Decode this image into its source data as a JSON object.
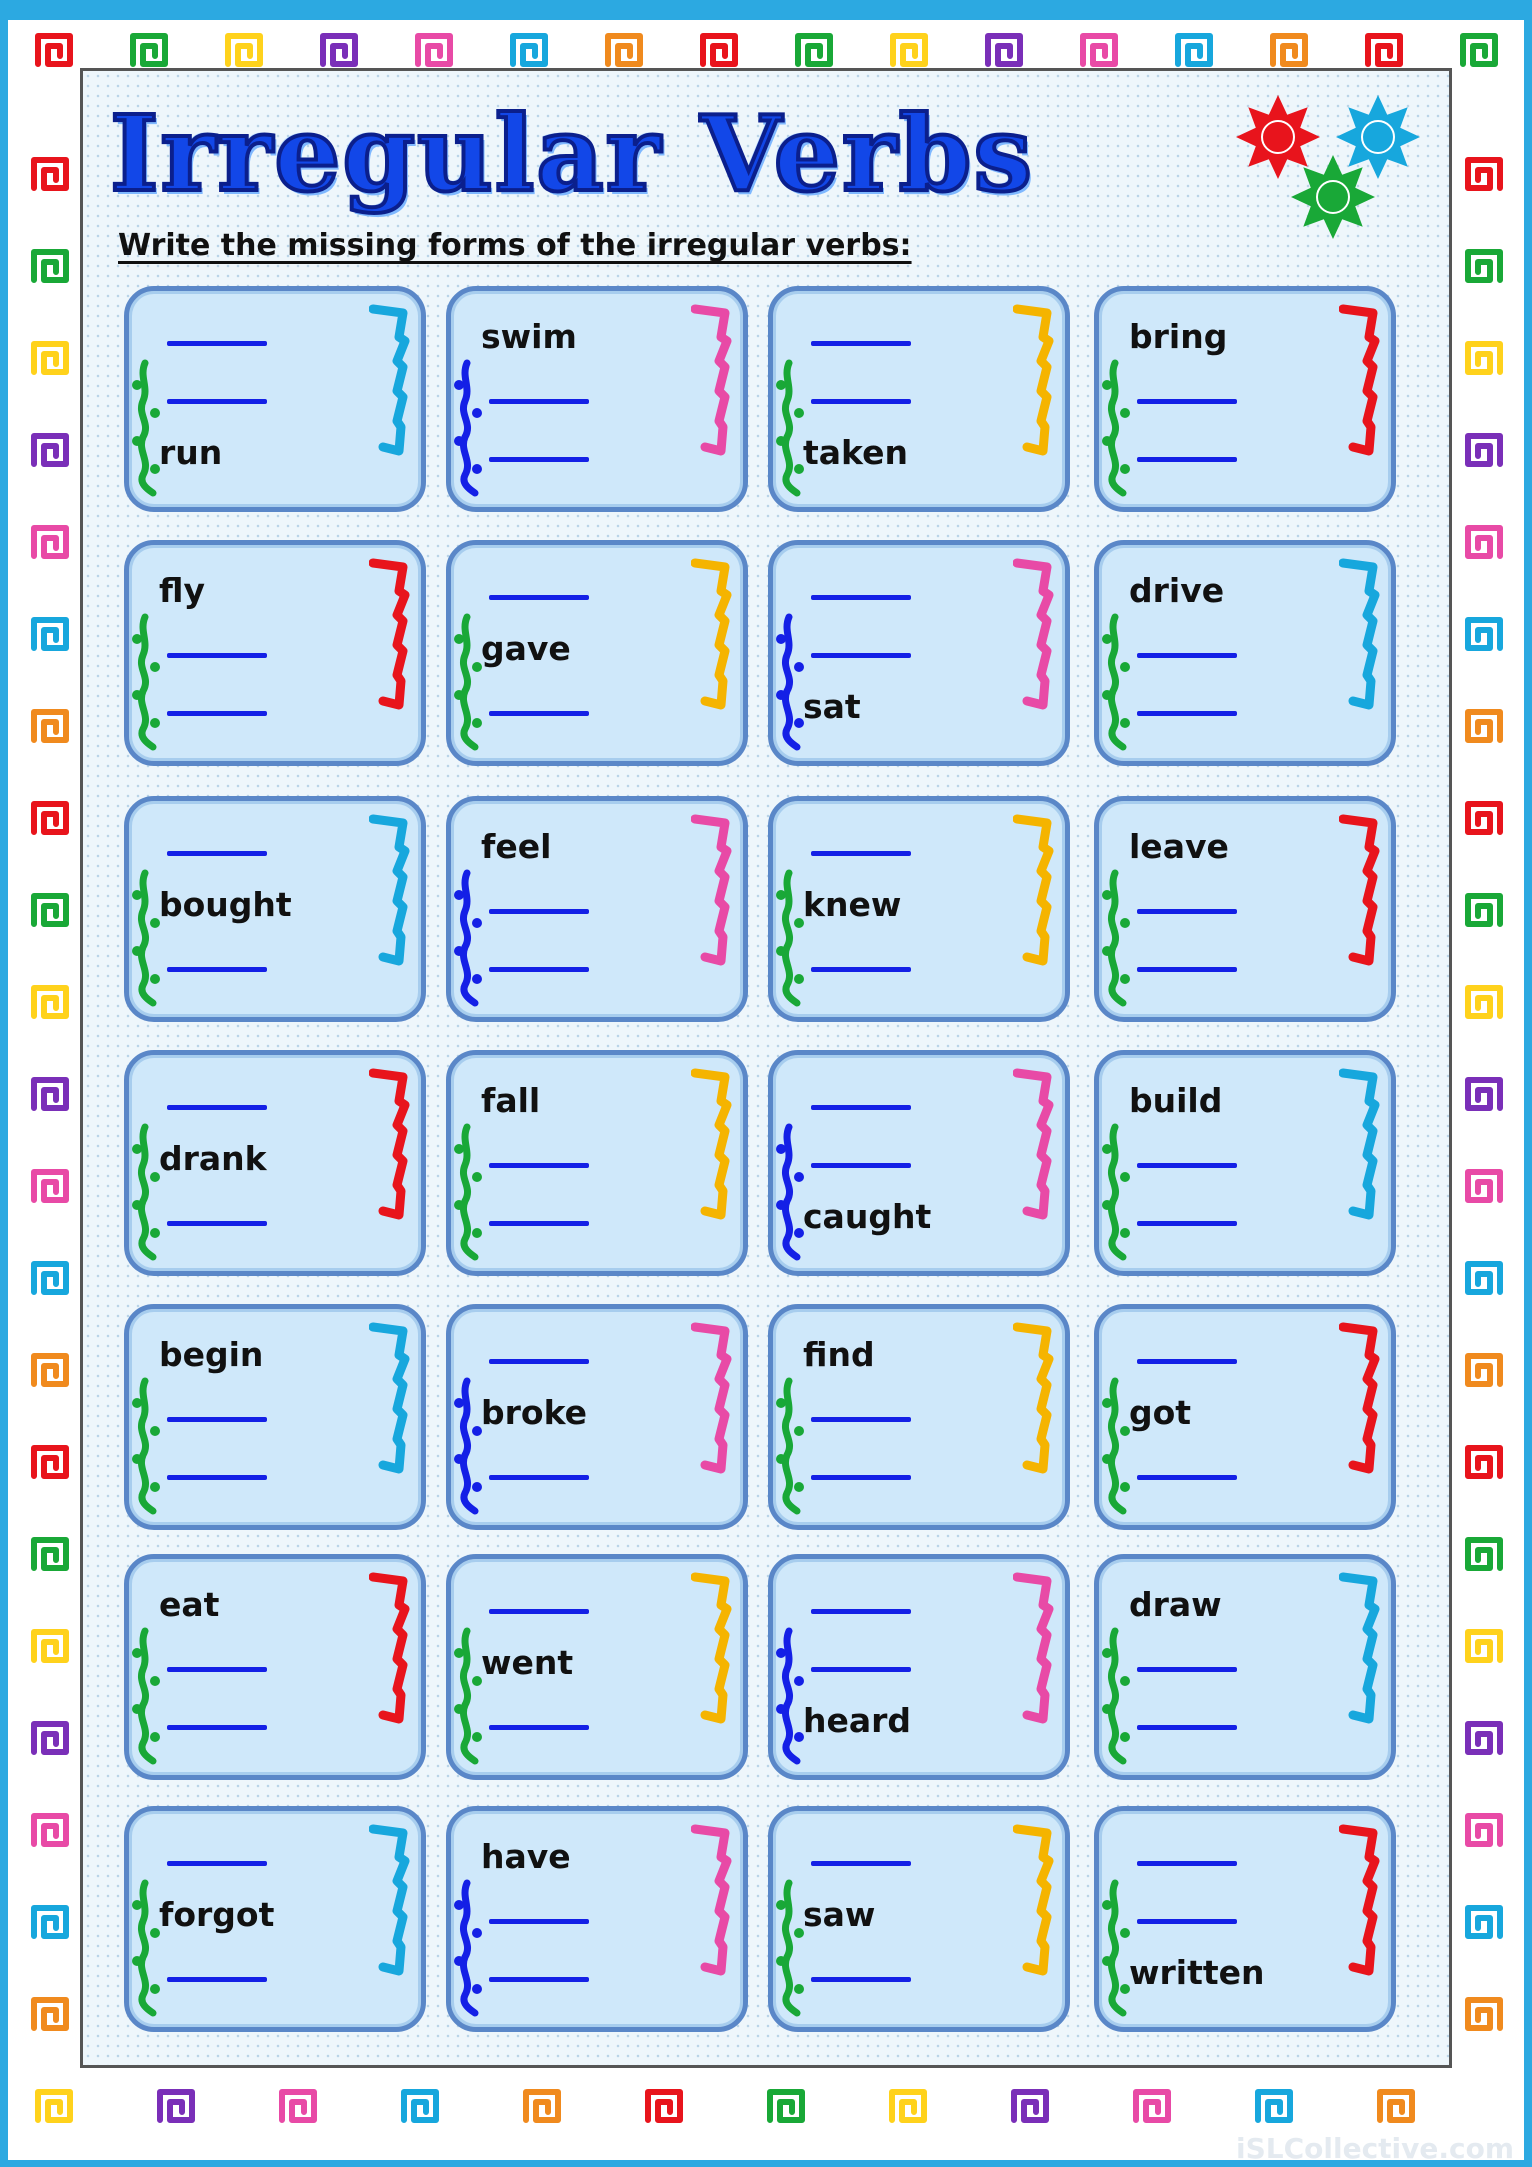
{
  "title": "Irregular Verbs",
  "instruction": "Write the missing forms of the irregular verbs:",
  "footer_brand": "iSLCollective.com",
  "colors": {
    "background": "#2ca9e1",
    "card_fill": "#cfe8fa",
    "card_border": "#5a87c8",
    "answer_line": "#1420e6",
    "title": "#1247e8"
  },
  "decoration": {
    "swirl_palette": [
      "#e8141c",
      "#19a837",
      "#ffd21c",
      "#7a2fb8",
      "#e84aa6",
      "#17a7dd",
      "#f08a1e"
    ],
    "suns": [
      "red-sun-icon",
      "blue-sun-icon",
      "green-sun-icon"
    ]
  },
  "cards": [
    {
      "word": "run",
      "slot": 2,
      "hook": "#17a7dd",
      "vine": "#19a837"
    },
    {
      "word": "swim",
      "slot": 0,
      "hook": "#e84aa6",
      "vine": "#1420e6"
    },
    {
      "word": "taken",
      "slot": 2,
      "hook": "#f5b400",
      "vine": "#19a837"
    },
    {
      "word": "bring",
      "slot": 0,
      "hook": "#e8141c",
      "vine": "#19a837"
    },
    {
      "word": "fly",
      "slot": 0,
      "hook": "#e8141c",
      "vine": "#19a837"
    },
    {
      "word": "gave",
      "slot": 1,
      "hook": "#f5b400",
      "vine": "#19a837"
    },
    {
      "word": "sat",
      "slot": 2,
      "hook": "#e84aa6",
      "vine": "#1420e6"
    },
    {
      "word": "drive",
      "slot": 0,
      "hook": "#17a7dd",
      "vine": "#19a837"
    },
    {
      "word": "bought",
      "slot": 1,
      "hook": "#17a7dd",
      "vine": "#19a837"
    },
    {
      "word": "feel",
      "slot": 0,
      "hook": "#e84aa6",
      "vine": "#1420e6"
    },
    {
      "word": "knew",
      "slot": 1,
      "hook": "#f5b400",
      "vine": "#19a837"
    },
    {
      "word": "leave",
      "slot": 0,
      "hook": "#e8141c",
      "vine": "#19a837"
    },
    {
      "word": "drank",
      "slot": 1,
      "hook": "#e8141c",
      "vine": "#19a837"
    },
    {
      "word": "fall",
      "slot": 0,
      "hook": "#f5b400",
      "vine": "#19a837"
    },
    {
      "word": "caught",
      "slot": 2,
      "hook": "#e84aa6",
      "vine": "#1420e6"
    },
    {
      "word": "build",
      "slot": 0,
      "hook": "#17a7dd",
      "vine": "#19a837"
    },
    {
      "word": "begin",
      "slot": 0,
      "hook": "#17a7dd",
      "vine": "#19a837"
    },
    {
      "word": "broke",
      "slot": 1,
      "hook": "#e84aa6",
      "vine": "#1420e6"
    },
    {
      "word": "find",
      "slot": 0,
      "hook": "#f5b400",
      "vine": "#19a837"
    },
    {
      "word": "got",
      "slot": 1,
      "hook": "#e8141c",
      "vine": "#19a837"
    },
    {
      "word": "eat",
      "slot": 0,
      "hook": "#e8141c",
      "vine": "#19a837"
    },
    {
      "word": "went",
      "slot": 1,
      "hook": "#f5b400",
      "vine": "#19a837"
    },
    {
      "word": "heard",
      "slot": 2,
      "hook": "#e84aa6",
      "vine": "#1420e6"
    },
    {
      "word": "draw",
      "slot": 0,
      "hook": "#17a7dd",
      "vine": "#19a837"
    },
    {
      "word": "forgot",
      "slot": 1,
      "hook": "#17a7dd",
      "vine": "#19a837"
    },
    {
      "word": "have",
      "slot": 0,
      "hook": "#e84aa6",
      "vine": "#1420e6"
    },
    {
      "word": "saw",
      "slot": 1,
      "hook": "#f5b400",
      "vine": "#19a837"
    },
    {
      "word": "written",
      "slot": 2,
      "hook": "#e8141c",
      "vine": "#19a837"
    }
  ]
}
